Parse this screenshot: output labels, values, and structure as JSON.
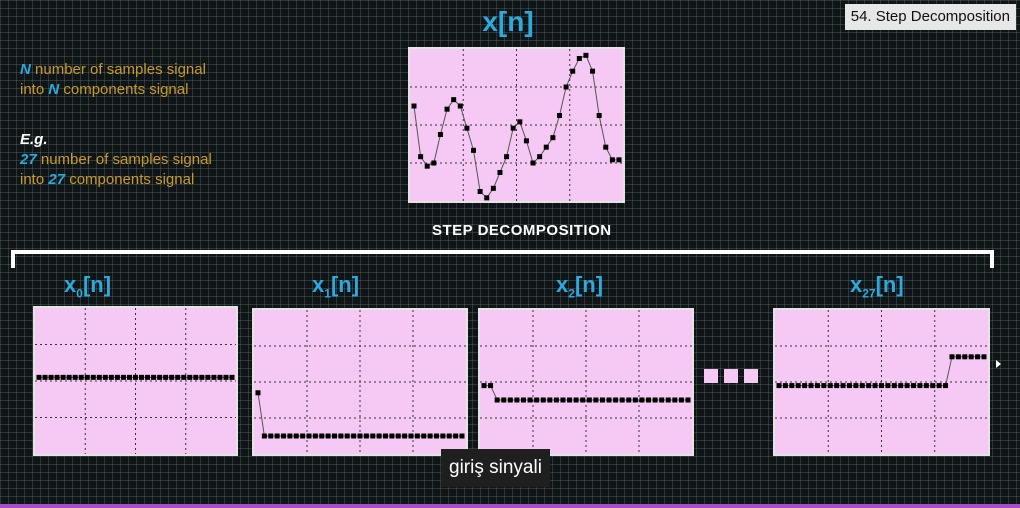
{
  "video": {
    "title": "54. Step Decomposition",
    "caption": "giriş sinyali"
  },
  "slide": {
    "main_signal_label": "x[n]",
    "intro": {
      "line1_var": "N",
      "line1_text": " number of samples signal",
      "line2_pre": "into ",
      "line2_var": "N",
      "line2_text": " components signal"
    },
    "example": {
      "eg": "E.g.",
      "line1_var": "27",
      "line1_text": " number of samples signal",
      "line2_pre": "into ",
      "line2_var": "27",
      "line2_text": " components signal"
    },
    "section_label": "STEP  DECOMPOSITION",
    "components": [
      {
        "base": "x",
        "sub": "0",
        "suffix": "[n]"
      },
      {
        "base": "x",
        "sub": "1",
        "suffix": "[n]"
      },
      {
        "base": "x",
        "sub": "2",
        "suffix": "[n]"
      },
      {
        "base": "x",
        "sub": "27",
        "suffix": "[n]"
      }
    ]
  },
  "colors": {
    "accent_blue": "#2ca9dd",
    "text_gold": "#c99a2c",
    "plot_bg": "#f6c8f4",
    "marker": "#000000"
  },
  "plots": {
    "main": {
      "ymin": -1.2,
      "ymax": 1.2,
      "values": [
        0.3,
        -0.5,
        -0.65,
        -0.6,
        -0.15,
        0.25,
        0.4,
        0.3,
        -0.05,
        -0.4,
        -1.05,
        -1.15,
        -1.0,
        -0.75,
        -0.5,
        -0.05,
        0.05,
        -0.25,
        -0.6,
        -0.5,
        -0.35,
        -0.2,
        0.15,
        0.6,
        0.85,
        1.05,
        1.1,
        0.85,
        0.15,
        -0.35,
        -0.55,
        -0.55
      ]
    },
    "x0": {
      "ymin": -1,
      "ymax": 1,
      "values": [
        0.05,
        0.05,
        0.05,
        0.05,
        0.05,
        0.05,
        0.05,
        0.05,
        0.05,
        0.05,
        0.05,
        0.05,
        0.05,
        0.05,
        0.05,
        0.05,
        0.05,
        0.05,
        0.05,
        0.05,
        0.05,
        0.05,
        0.05,
        0.05,
        0.05,
        0.05,
        0.05,
        0.05,
        0.05,
        0.05,
        0.05,
        0.05,
        0.05
      ]
    },
    "x1": {
      "ymin": -1,
      "ymax": 1,
      "values": [
        -0.15,
        -0.75,
        -0.75,
        -0.75,
        -0.75,
        -0.75,
        -0.75,
        -0.75,
        -0.75,
        -0.75,
        -0.75,
        -0.75,
        -0.75,
        -0.75,
        -0.75,
        -0.75,
        -0.75,
        -0.75,
        -0.75,
        -0.75,
        -0.75,
        -0.75,
        -0.75,
        -0.75,
        -0.75,
        -0.75,
        -0.75,
        -0.75,
        -0.75,
        -0.75,
        -0.75,
        -0.75,
        -0.75
      ]
    },
    "x2": {
      "ymin": -1,
      "ymax": 1,
      "values": [
        -0.05,
        -0.05,
        -0.25,
        -0.25,
        -0.25,
        -0.25,
        -0.25,
        -0.25,
        -0.25,
        -0.25,
        -0.25,
        -0.25,
        -0.25,
        -0.25,
        -0.25,
        -0.25,
        -0.25,
        -0.25,
        -0.25,
        -0.25,
        -0.25,
        -0.25,
        -0.25,
        -0.25,
        -0.25,
        -0.25,
        -0.25,
        -0.25,
        -0.25,
        -0.25,
        -0.25,
        -0.25
      ]
    },
    "x27": {
      "ymin": -1,
      "ymax": 1,
      "values": [
        -0.05,
        -0.05,
        -0.05,
        -0.05,
        -0.05,
        -0.05,
        -0.05,
        -0.05,
        -0.05,
        -0.05,
        -0.05,
        -0.05,
        -0.05,
        -0.05,
        -0.05,
        -0.05,
        -0.05,
        -0.05,
        -0.05,
        -0.05,
        -0.05,
        -0.05,
        -0.05,
        -0.05,
        -0.05,
        -0.05,
        -0.05,
        0.35,
        0.35,
        0.35,
        0.35,
        0.35,
        0.35
      ]
    }
  }
}
